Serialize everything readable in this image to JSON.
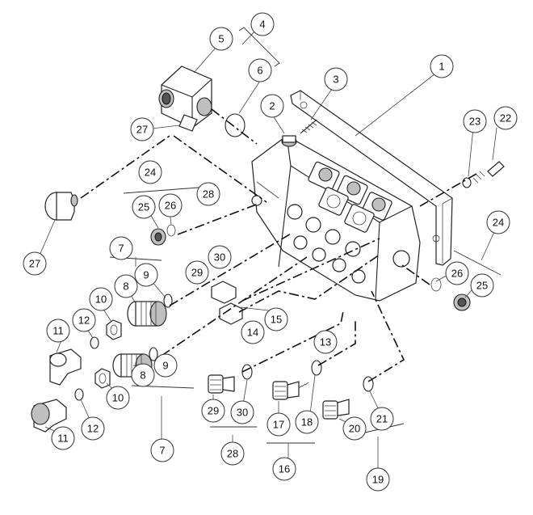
{
  "diagram": {
    "callouts": [
      "1",
      "2",
      "3",
      "4",
      "5",
      "6",
      "7",
      "8",
      "9",
      "10",
      "11",
      "12",
      "13",
      "14",
      "15",
      "16",
      "17",
      "18",
      "19",
      "20",
      "21",
      "22",
      "23",
      "24",
      "25",
      "26",
      "27",
      "28",
      "29",
      "30"
    ],
    "labels": {
      "c1": "1",
      "c2": "2",
      "c3": "3",
      "c4": "4",
      "c5": "5",
      "c6": "6",
      "c7a": "7",
      "c7b": "7",
      "c8a": "8",
      "c8b": "8",
      "c9a": "9",
      "c9b": "9",
      "c10a": "10",
      "c10b": "10",
      "c11a": "11",
      "c11b": "11",
      "c12a": "12",
      "c12b": "12",
      "c13": "13",
      "c14": "14",
      "c15": "15",
      "c16": "16",
      "c17": "17",
      "c18": "18",
      "c19": "19",
      "c20": "20",
      "c21": "21",
      "c22": "22",
      "c23": "23",
      "c24a": "24",
      "c24b": "24",
      "c25a": "25",
      "c25b": "25",
      "c26a": "26",
      "c26b": "26",
      "c27a": "27",
      "c27b": "27",
      "c28a": "28",
      "c28b": "28",
      "c29a": "29",
      "c29b": "29",
      "c30a": "30",
      "c30b": "30"
    }
  }
}
